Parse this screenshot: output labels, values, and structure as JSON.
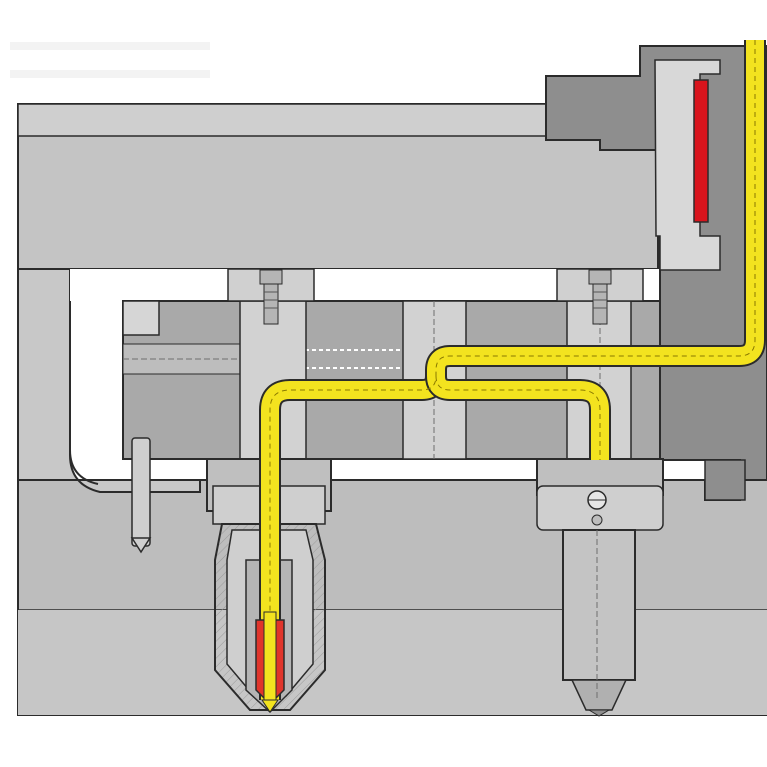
{
  "diagram": {
    "type": "hot-runner-manifold-cross-section",
    "components": [
      "clamping-plate",
      "manifold-plate",
      "manifold",
      "sprue-bushing",
      "nozzle-left",
      "nozzle-right",
      "melt-channel",
      "heater-band",
      "nozzle-tip-heater",
      "fixing-screw-left",
      "fixing-screw-right",
      "locating-pin",
      "cavity-plate"
    ],
    "colors": {
      "background": "#ffffff",
      "plate_light": "#d4d4d4",
      "plate_mid": "#bdbdbd",
      "plate_dark": "#8e8e8e",
      "manifold": "#a9a9a9",
      "outline": "#2b2b2b",
      "melt_fill": "#f3e31f",
      "melt_edge": "#c9a400",
      "heater_red": "#d8141c",
      "tip_red": "#e0342a"
    }
  }
}
